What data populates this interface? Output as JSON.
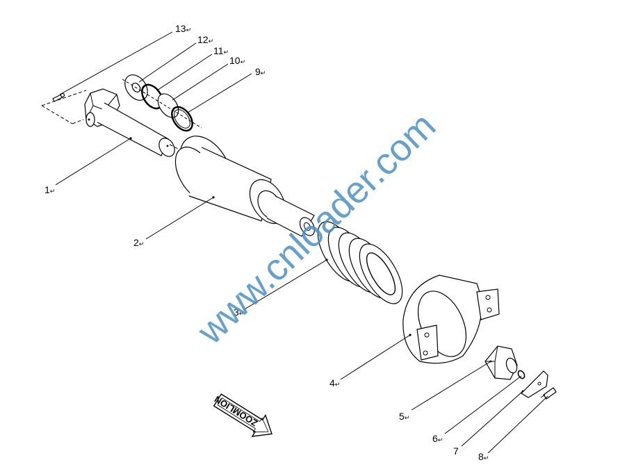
{
  "callouts": [
    {
      "id": "c13",
      "label": "13",
      "mark": "↵"
    },
    {
      "id": "c12",
      "label": "12",
      "mark": "↵"
    },
    {
      "id": "c11",
      "label": "11",
      "mark": "↵"
    },
    {
      "id": "c10",
      "label": "10",
      "mark": "↵"
    },
    {
      "id": "c9",
      "label": "9",
      "mark": "↵"
    },
    {
      "id": "c1",
      "label": "1",
      "mark": "↵"
    },
    {
      "id": "c2",
      "label": "2",
      "mark": "↵"
    },
    {
      "id": "c3",
      "label": "3",
      "mark": "↵"
    },
    {
      "id": "c4",
      "label": "4",
      "mark": "↵"
    },
    {
      "id": "c5",
      "label": "5",
      "mark": "↵"
    },
    {
      "id": "c6",
      "label": "6",
      "mark": "↵"
    },
    {
      "id": "c7",
      "label": "7",
      "mark": ""
    },
    {
      "id": "c8",
      "label": "8",
      "mark": "↵"
    }
  ],
  "watermark": "www.cnloader.com",
  "logo": "ZOOMLION"
}
